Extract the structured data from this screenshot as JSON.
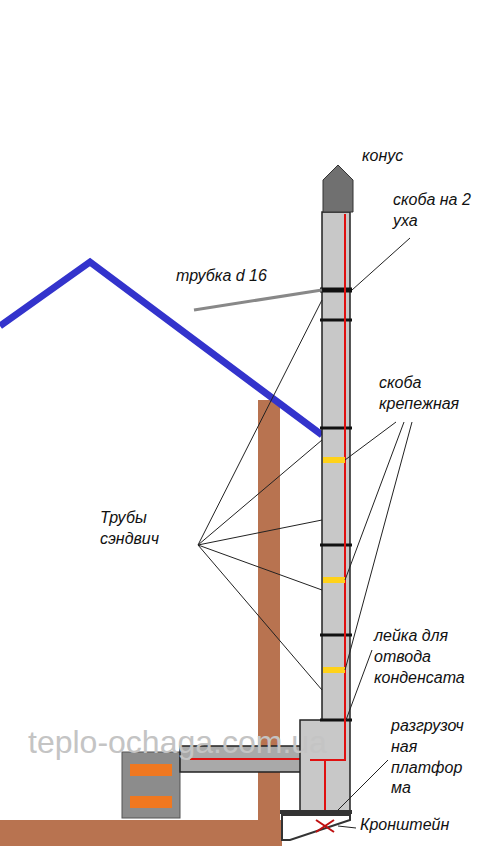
{
  "diagram": {
    "labels": [
      "конус",
      "скоба на 2 уха",
      "трубка d 16",
      "скоба крепежная",
      "Трубы сэндвич",
      "лейка для отвода конденсата",
      "разгрузоч ная платфор ма",
      "Кронштейн",
      "teplo-ochaga.com.ua"
    ]
  }
}
